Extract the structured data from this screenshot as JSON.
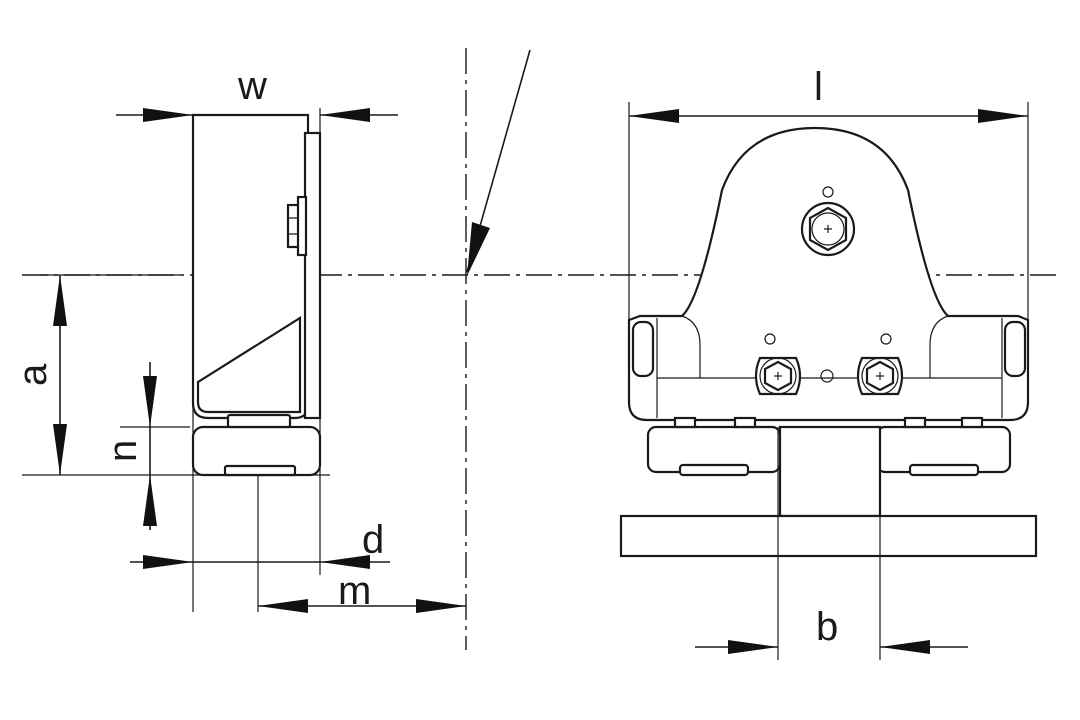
{
  "labels": {
    "w": "w",
    "l": "l",
    "a": "a",
    "n": "n",
    "d": "d",
    "m": "m",
    "b": "b"
  }
}
